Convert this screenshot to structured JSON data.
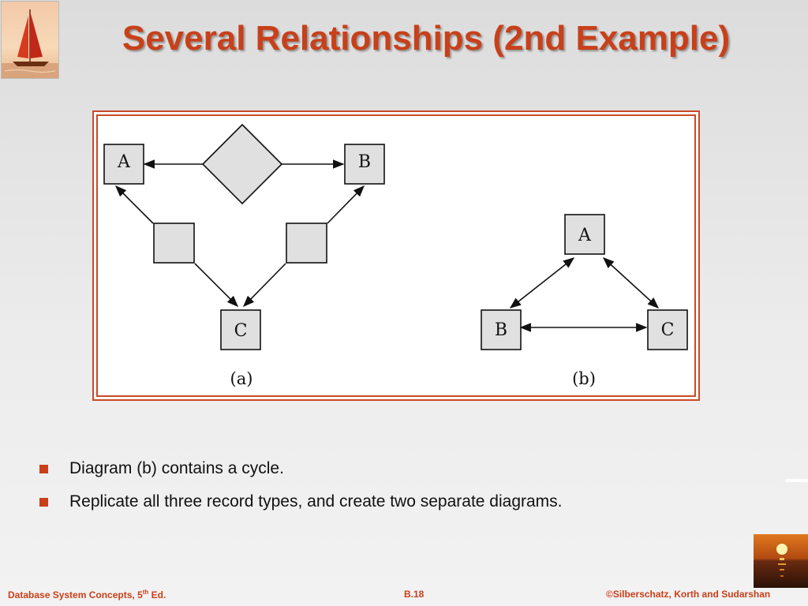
{
  "title": "Several Relationships (2nd Example)",
  "figure": {
    "diagram_a": {
      "entity_a": "A",
      "entity_b": "B",
      "entity_c": "C",
      "caption": "(a)"
    },
    "diagram_b": {
      "entity_a": "A",
      "entity_b": "B",
      "entity_c": "C",
      "caption": "(b)"
    }
  },
  "bullets": [
    "Diagram (b) contains a cycle.",
    "Replicate all three record types, and create two separate diagrams."
  ],
  "footer": {
    "left_main": "Database System Concepts, 5",
    "left_sup": "th",
    "left_end": " Ed.",
    "center": "B.18",
    "right": "©Silberschatz, Korth and Sudarshan"
  },
  "colors": {
    "accent": "#c8401a",
    "box_fill": "#e0e0e0"
  }
}
